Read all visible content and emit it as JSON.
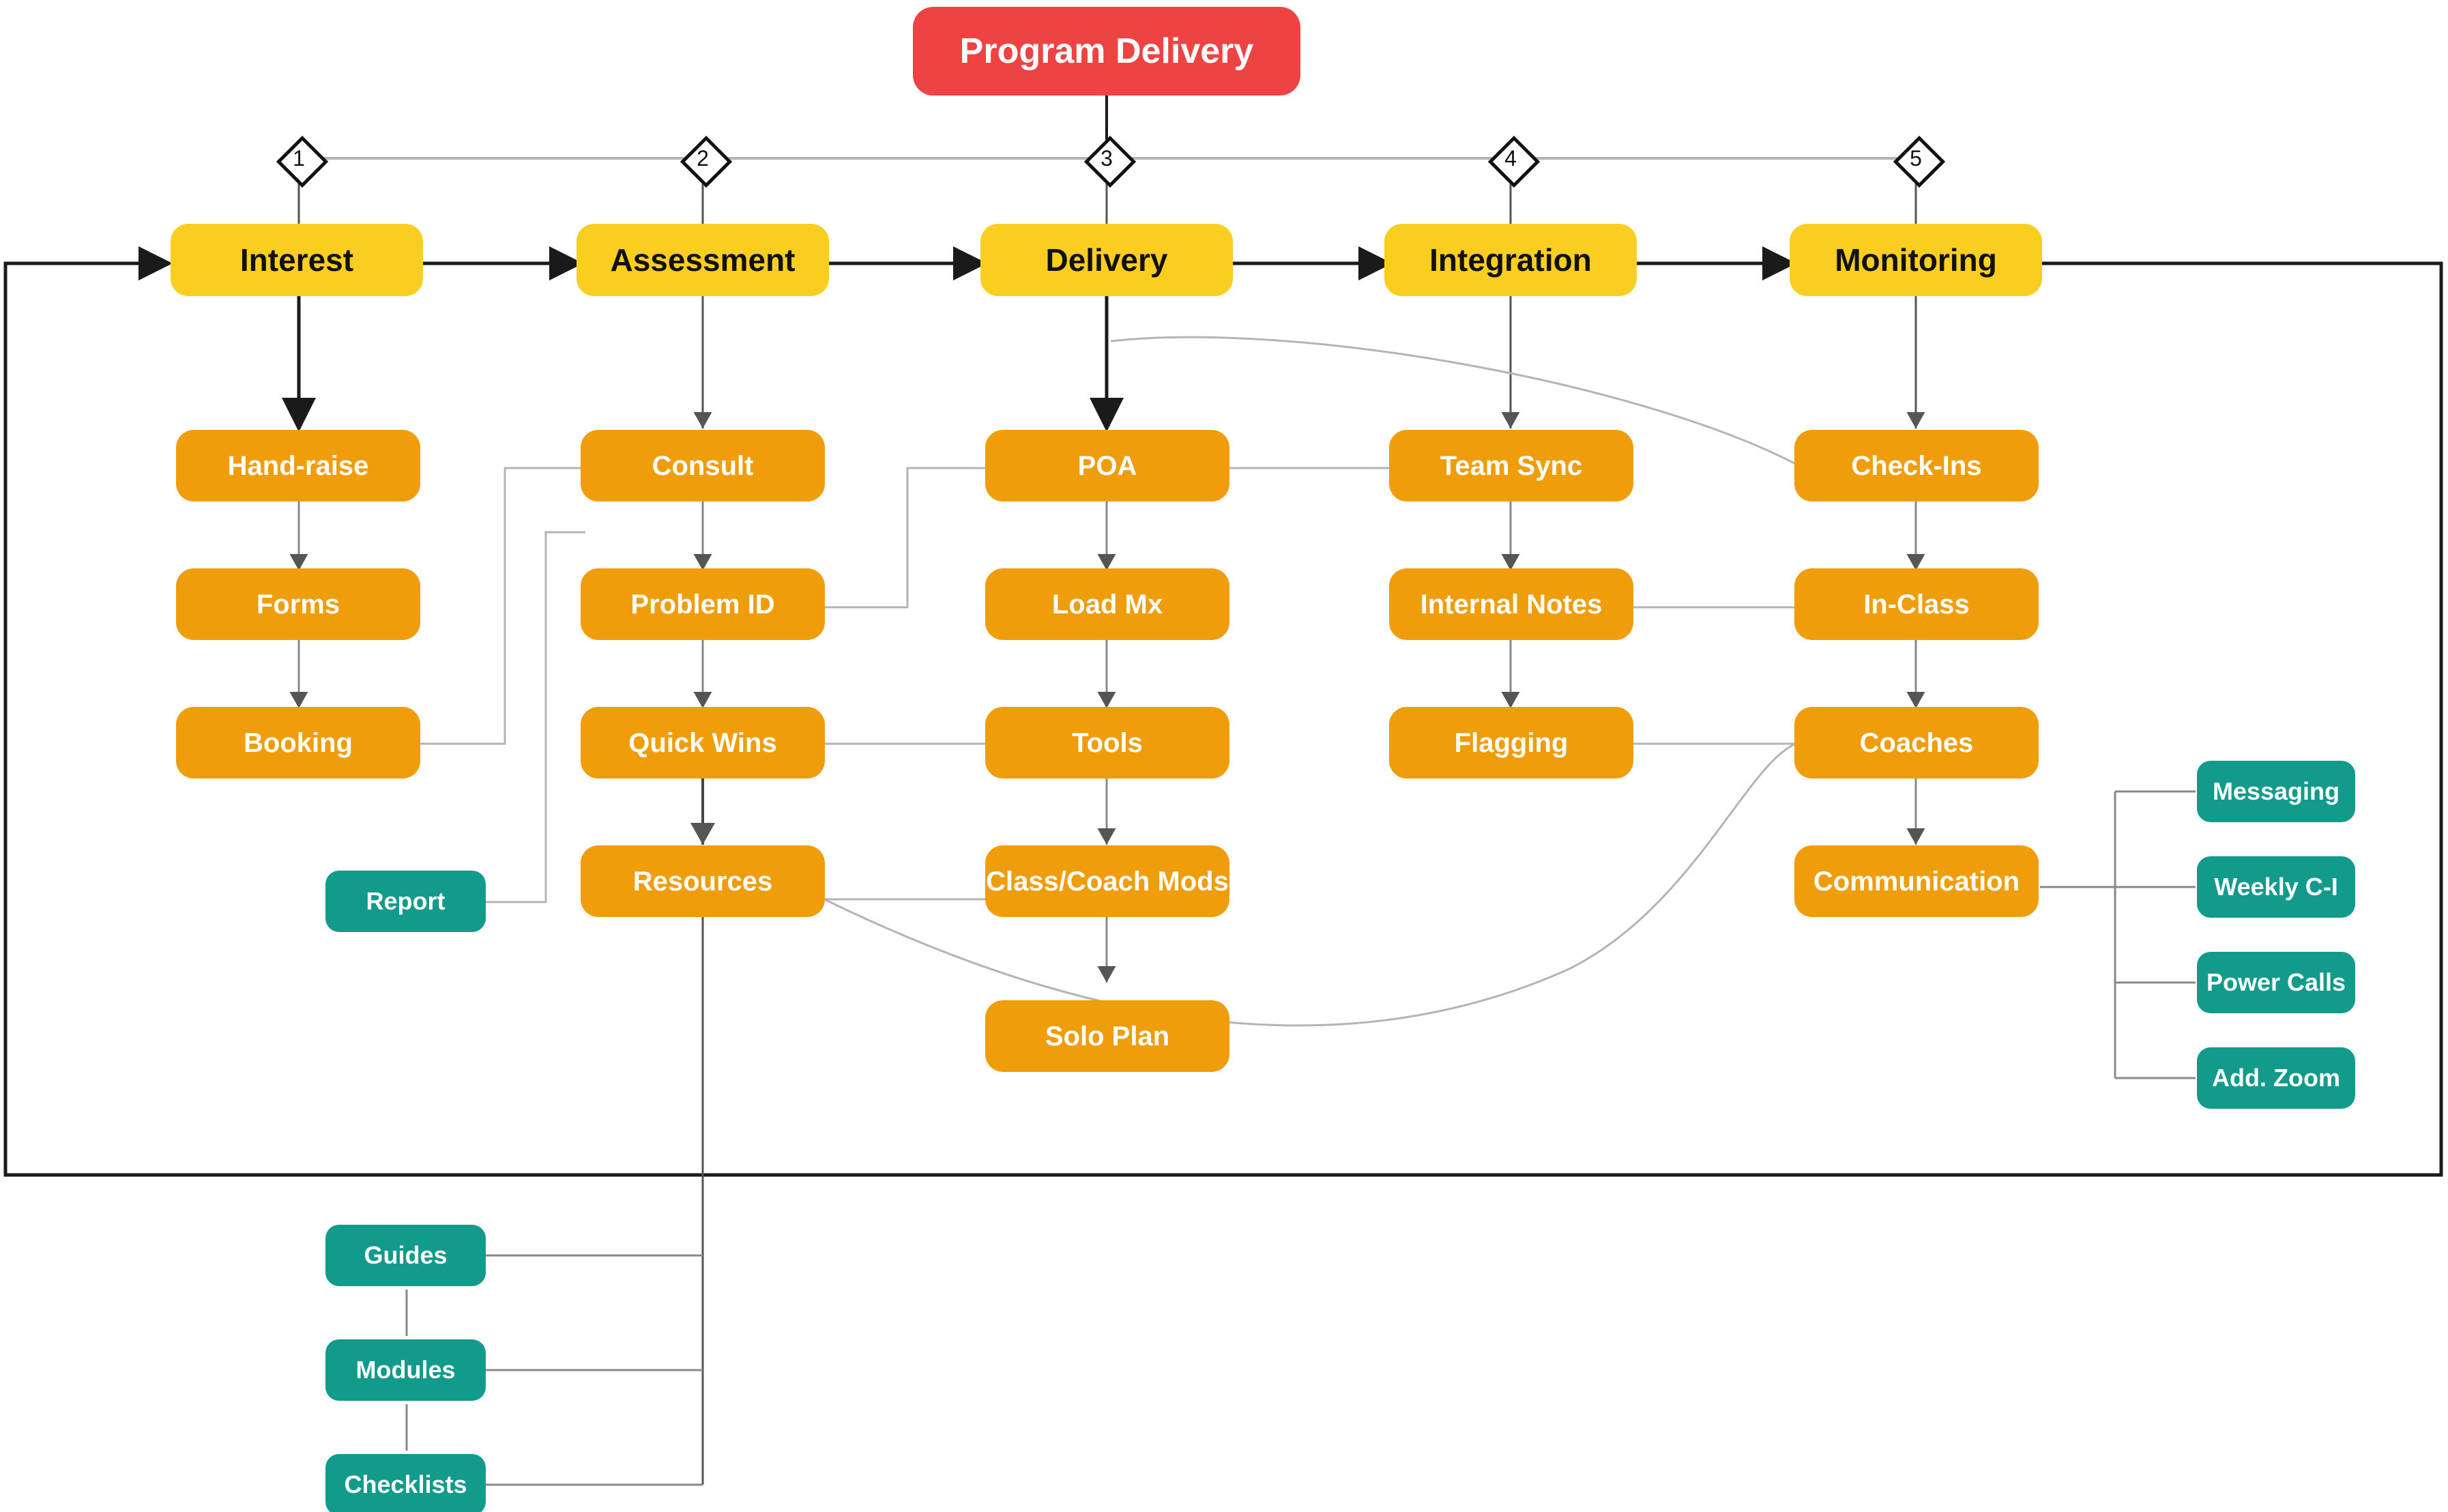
{
  "title": {
    "label": "Program Delivery"
  },
  "phase_markers": [
    {
      "label": "1"
    },
    {
      "label": "2"
    },
    {
      "label": "3"
    },
    {
      "label": "4"
    },
    {
      "label": "5"
    }
  ],
  "stages": [
    {
      "label": "Interest"
    },
    {
      "label": "Assessment"
    },
    {
      "label": "Delivery"
    },
    {
      "label": "Integration"
    },
    {
      "label": "Monitoring"
    }
  ],
  "columns": {
    "interest": [
      {
        "label": "Hand-raise"
      },
      {
        "label": "Forms"
      },
      {
        "label": "Booking"
      }
    ],
    "assessment": [
      {
        "label": "Consult"
      },
      {
        "label": "Problem ID"
      },
      {
        "label": "Quick Wins"
      },
      {
        "label": "Resources"
      }
    ],
    "delivery": [
      {
        "label": "POA"
      },
      {
        "label": "Load Mx"
      },
      {
        "label": "Tools"
      },
      {
        "label": "Class/Coach Mods"
      },
      {
        "label": "Solo Plan"
      }
    ],
    "integration": [
      {
        "label": "Team Sync"
      },
      {
        "label": "Internal Notes"
      },
      {
        "label": "Flagging"
      }
    ],
    "monitoring": [
      {
        "label": "Check-Ins"
      },
      {
        "label": "In-Class"
      },
      {
        "label": "Coaches"
      },
      {
        "label": "Communication"
      }
    ]
  },
  "leaves": {
    "report": {
      "label": "Report"
    },
    "communication_children": [
      {
        "label": "Messaging"
      },
      {
        "label": "Weekly C-I"
      },
      {
        "label": "Power Calls"
      },
      {
        "label": "Add. Zoom"
      }
    ],
    "resources_children": [
      {
        "label": "Guides"
      },
      {
        "label": "Modules"
      },
      {
        "label": "Checklists"
      }
    ]
  },
  "colors": {
    "title_red": "#ee4343",
    "stage_yellow": "#facd21",
    "sub_orange": "#f09d0c",
    "leaf_teal": "#129a8b",
    "connector_gray": "#b4b4b4",
    "flow_black": "#1a1a1a",
    "background": "#ffffff"
  }
}
